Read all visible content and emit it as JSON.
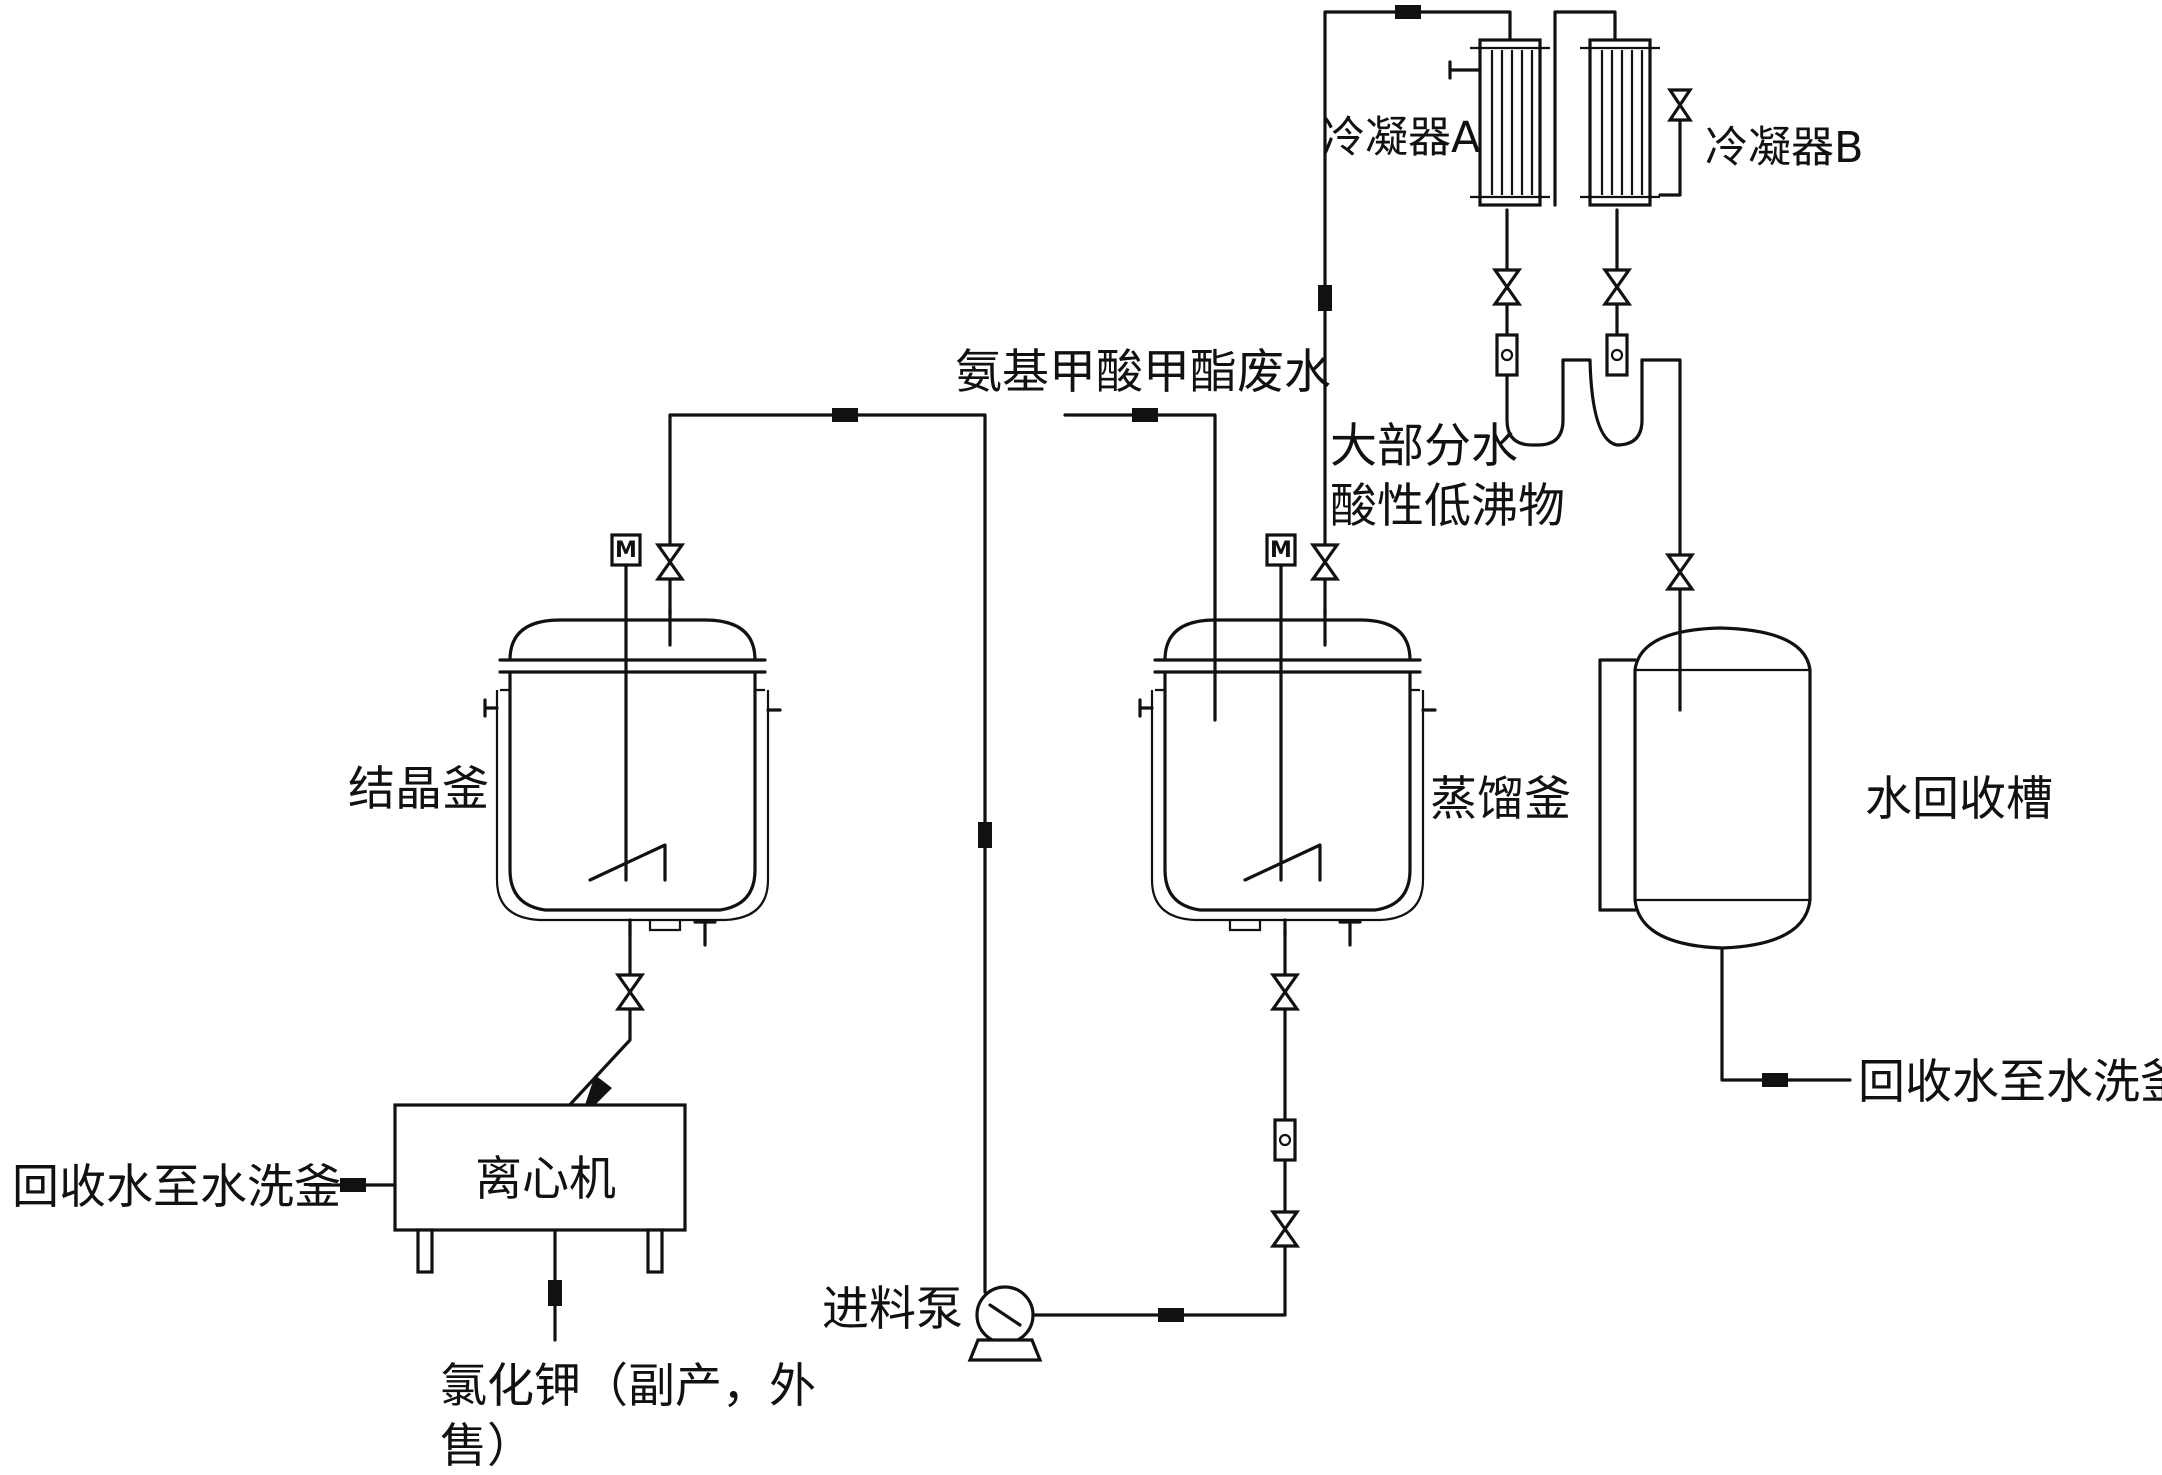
{
  "labels": {
    "condenser_a": "冷凝器A",
    "condenser_b": "冷凝器B",
    "wastewater_in": "氨基甲酸甲酯废水",
    "vapor_line_1": "大部分水",
    "vapor_line_2": "酸性低沸物",
    "crystallizer": "结晶釜",
    "still": "蒸馏釜",
    "water_tank": "水回收槽",
    "recycle_right": "回收水至水洗釜",
    "centrifuge": "离心机",
    "recycle_left": "回收水至水洗釜",
    "feed_pump": "进料泵",
    "kcl_line1": "氯化钾（副产，外",
    "kcl_line2": "售）",
    "motor_crystallizer": "M",
    "motor_still": "M"
  }
}
